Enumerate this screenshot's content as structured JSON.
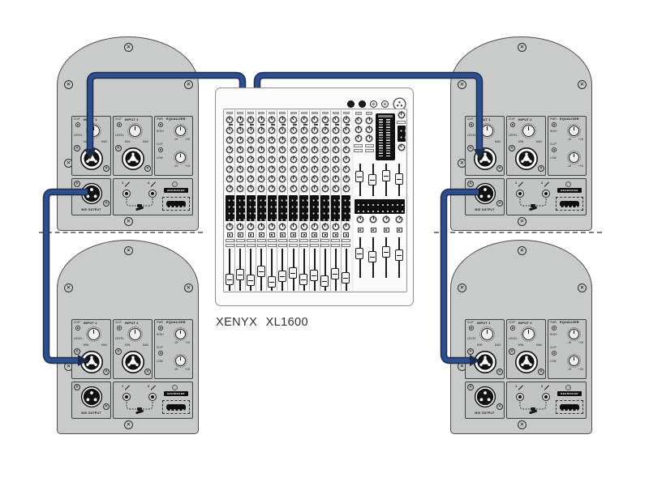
{
  "mixer": {
    "label": "XENYX XL1600",
    "channels": 12,
    "master_faders": 4,
    "group_faders": 4
  },
  "speaker": {
    "input1": {
      "clip": "CLIP",
      "title": "INPUT 1",
      "level": "LEVEL",
      "min": "MIN",
      "max": "MAX"
    },
    "input2": {
      "clip": "CLIP",
      "title": "INPUT 2",
      "level": "LEVEL",
      "min": "MIN",
      "max": "MAX"
    },
    "equalizer": {
      "pwr": "PWR",
      "title": "EQUALIZER",
      "high": "HIGH",
      "clip": "CLIP",
      "low": "LOW",
      "range_min": "-15",
      "range_max": "+15"
    },
    "mix_output": {
      "label": "MIX OUTPUT"
    },
    "link": {
      "jack1": "1",
      "jack2": "2",
      "brand": "BEHRINGER"
    }
  },
  "speakers": [
    {
      "position": "top-left"
    },
    {
      "position": "top-right"
    },
    {
      "position": "bottom-left"
    },
    {
      "position": "bottom-right"
    }
  ],
  "connections": [
    {
      "from": "mixer main out (left)",
      "to": "top-left speaker INPUT 1"
    },
    {
      "from": "mixer main out (right)",
      "to": "top-right speaker INPUT 1"
    },
    {
      "from": "top-left speaker MIX OUTPUT",
      "to": "bottom-left speaker INPUT 1"
    },
    {
      "from": "top-right speaker MIX OUTPUT",
      "to": "bottom-right speaker INPUT 1"
    }
  ],
  "colors": {
    "background": "#ffffff",
    "speaker_body": "#c9cbcb",
    "speaker_border": "#4f4f4f",
    "section_fill": "#c2c4c4",
    "cable_fill": "#2e4f8e",
    "cable_outline": "#1b2c50",
    "mixer_panel": "#fcfcfc",
    "mixer_border": "#8f8f8f",
    "label_text": "#2f2f2f",
    "black_block": "#0f0f0f"
  }
}
